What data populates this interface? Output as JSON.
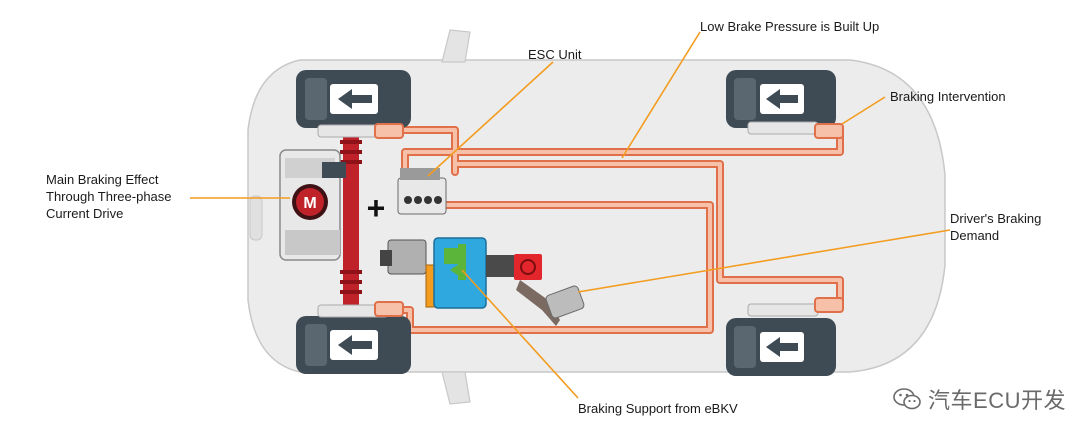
{
  "labels": {
    "esc_unit": "ESC Unit",
    "low_brake_pressure": "Low Brake Pressure is Built Up",
    "braking_intervention": "Braking Intervention",
    "main_braking_line1": "Main Braking Effect",
    "main_braking_line2": "Through Three-phase",
    "main_braking_line3": "Current Drive",
    "drivers_demand_line1": "Driver's Braking",
    "drivers_demand_line2": "Demand",
    "braking_support": "Braking Support from eBKV",
    "motor_letter": "M",
    "plus_sign": "+"
  },
  "watermark": {
    "text": "汽车ECU开发",
    "icon": "wechat-icon"
  },
  "colors": {
    "car_body": "#ececec",
    "car_outline": "#c8c8c8",
    "wheel": "#3e4a54",
    "brake_line_fill": "#f6c1a8",
    "brake_line_stroke": "#e0704a",
    "leader_line": "#f39c1f",
    "axle": "#c0222a",
    "booster_blue": "#2fa8e0",
    "green": "#5bb53a",
    "red_unit": "#e2262c"
  }
}
